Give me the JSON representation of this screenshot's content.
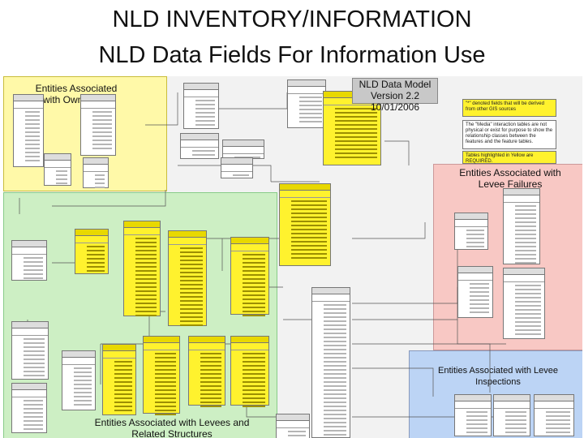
{
  "slide": {
    "title_line1": "NLD INVENTORY/INFORMATION",
    "title_line2": "NLD Data Fields For Information Use"
  },
  "regions": {
    "ownership": "Entities Associated with Ownership",
    "levee_failures": "Entities Associated with Levee Failures",
    "levees_structures": "Entities Associated with Levees and Related Structures",
    "inspections": "Entities Associated with Levee Inspections"
  },
  "colors": {
    "ownership_bg": "#fff9a8",
    "failures_bg": "#f8c8c4",
    "levees_bg": "#cdefc4",
    "inspections_bg": "#bcd4f5",
    "highlight": "#fff22e"
  },
  "model_version": {
    "line1": "NLD Data Model Version 2.2",
    "line2": "10/01/2006"
  },
  "legend_notes": [
    "\"*\" denoted fields that will be derived from other GIS sources",
    "The \"Media\" interaction tables are not physical or exist for purpose to show the relationship classes between the features and the feature tables.",
    "Tables highlighted in Yellow are REQUIRED."
  ]
}
